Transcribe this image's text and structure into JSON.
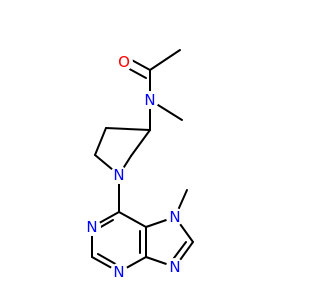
{
  "structure": {
    "atoms": {
      "oxygen": {
        "text": "O",
        "color": "#ff0000"
      },
      "amide_n": {
        "text": "N",
        "color": "#0000ff"
      },
      "pyrrolidine_n": {
        "text": "N",
        "color": "#0000ff"
      },
      "imidazole_n_methyl": {
        "text": "N",
        "color": "#0000ff"
      },
      "imidazole_n": {
        "text": "N",
        "color": "#0000ff"
      },
      "pyrimidine_n_top": {
        "text": "N",
        "color": "#0000ff"
      },
      "pyrimidine_n_bottom": {
        "text": "N",
        "color": "#0000ff"
      }
    },
    "bond_color": "#000000"
  }
}
